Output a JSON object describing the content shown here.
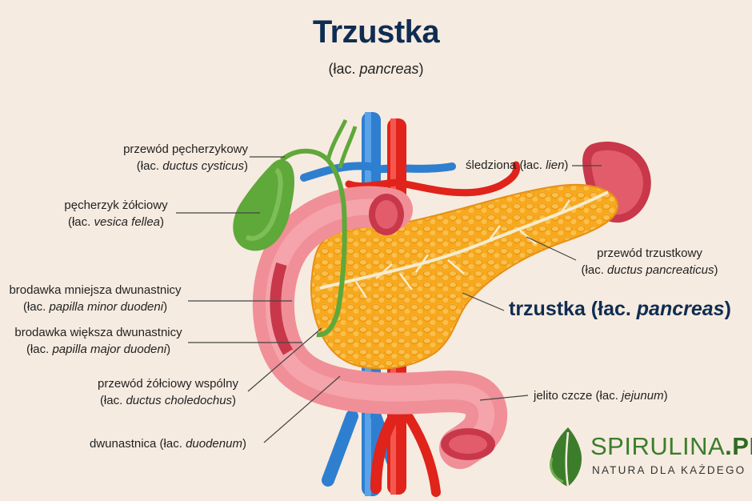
{
  "title": "Trzustka",
  "subtitle_pre": "(łac. ",
  "subtitle_it": "pancreas",
  "subtitle_post": ")",
  "labels": {
    "cystic_duct": {
      "l1": "przewód pęcherzykowy",
      "l2_pre": "(łac. ",
      "l2_it": "ductus cysticus",
      "l2_post": ")"
    },
    "gallbladder": {
      "l1": "pęcherzyk żółciowy",
      "l2_pre": "(łac. ",
      "l2_it": "vesica fellea",
      "l2_post": ")"
    },
    "minor_papilla": {
      "l1": "brodawka mniejsza dwunastnicy",
      "l2_pre": "(łac. ",
      "l2_it": "papilla minor duodeni",
      "l2_post": ")"
    },
    "major_papilla": {
      "l1": "brodawka większa dwunastnicy",
      "l2_pre": "(łac. ",
      "l2_it": "papilla major duodeni",
      "l2_post": ")"
    },
    "common_bile_duct": {
      "l1": "przewód żółciowy wspólny",
      "l2_pre": "(łac. ",
      "l2_it": "ductus choledochus",
      "l2_post": ")"
    },
    "duodenum": {
      "pre": "dwunastnica (łac. ",
      "it": "duodenum",
      "post": ")"
    },
    "spleen": {
      "pre": "śledziona (łac. ",
      "it": "lien",
      "post": ")"
    },
    "pancreatic_duct": {
      "l1": "przewód trzustkowy",
      "l2_pre": "(łac. ",
      "l2_it": "ductus pancreaticus",
      "l2_post": ")"
    },
    "pancreas": {
      "pre": "trzustka (łac. ",
      "it": "pancreas",
      "post": ")"
    },
    "jejunum": {
      "pre": "jelito czcze (łac. ",
      "it": "jejunum",
      "post": ")"
    }
  },
  "logo": {
    "name_a": "SPIRULINA",
    "name_b": ".PL",
    "tagline": "NATURA DLA KAŻDEGO"
  },
  "colors": {
    "background": "#f6ebe0",
    "title": "#0f2d52",
    "pancreas": "#f7a81c",
    "duodenum": "#f08f97",
    "gallbladder": "#5fa83a",
    "artery": "#e0231b",
    "vein": "#2f7fd0",
    "logo_green": "#3c7d2c"
  }
}
